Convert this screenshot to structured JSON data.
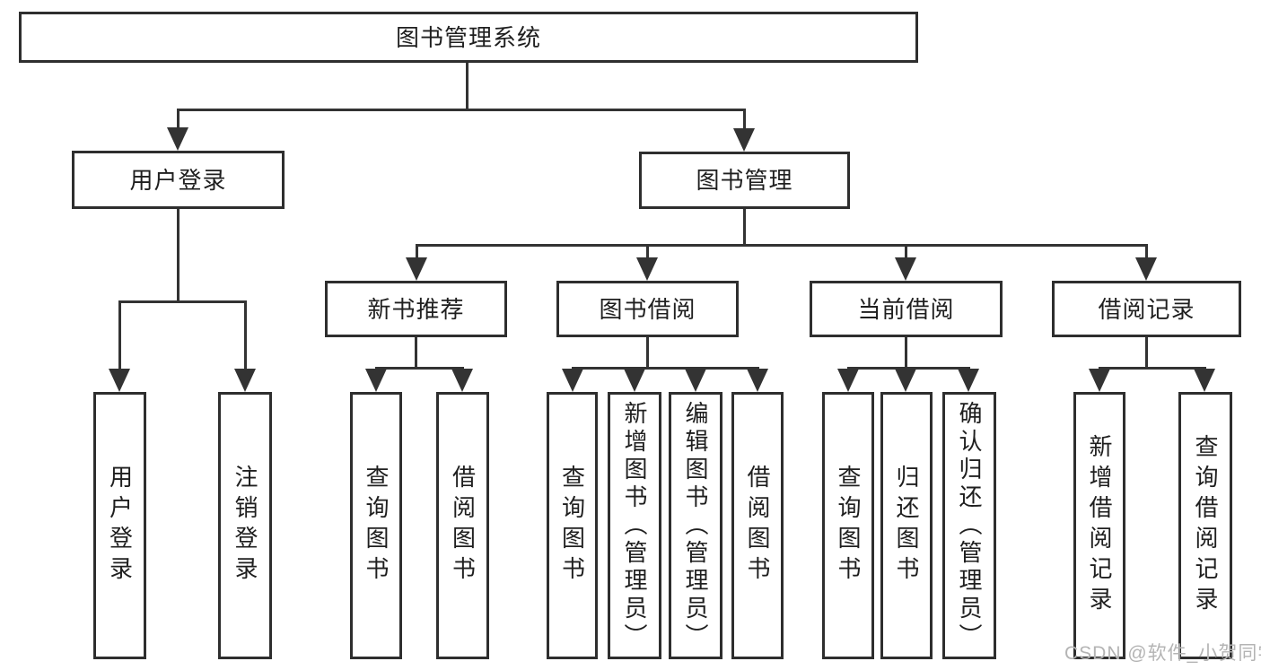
{
  "nodes": {
    "root": {
      "label": "图书管理系统"
    },
    "user_login": {
      "label": "用户登录"
    },
    "book_mgmt": {
      "label": "图书管理"
    },
    "new_book_rec": {
      "label": "新书推荐"
    },
    "book_borrow": {
      "label": "图书借阅"
    },
    "current_borrow": {
      "label": "当前借阅"
    },
    "borrow_records": {
      "label": "借阅记录"
    },
    "user_login_leaf": {
      "label": "用户登录"
    },
    "logout": {
      "label": "注销登录"
    },
    "query_books_1": {
      "label": "查询图书"
    },
    "borrow_books_1": {
      "label": "借阅图书"
    },
    "query_books_2": {
      "label": "查询图书"
    },
    "add_books_admin": {
      "label": "新增图书（管理员）"
    },
    "edit_books_admin": {
      "label": "编辑图书（管理员）"
    },
    "borrow_books_2": {
      "label": "借阅图书"
    },
    "query_books_3": {
      "label": "查询图书"
    },
    "return_books": {
      "label": "归还图书"
    },
    "confirm_return_admin": {
      "label": "确认归还（管理员）"
    },
    "add_borrow_record": {
      "label": "新增借阅记录"
    },
    "query_borrow_record": {
      "label": "查询借阅记录"
    }
  },
  "hierarchy": {
    "图书管理系统": [
      "用户登录",
      "图书管理"
    ],
    "用户登录": [
      "用户登录",
      "注销登录"
    ],
    "图书管理": [
      "新书推荐",
      "图书借阅",
      "当前借阅",
      "借阅记录"
    ],
    "新书推荐": [
      "查询图书",
      "借阅图书"
    ],
    "图书借阅": [
      "查询图书",
      "新增图书（管理员）",
      "编辑图书（管理员）",
      "借阅图书"
    ],
    "当前借阅": [
      "查询图书",
      "归还图书",
      "确认归还（管理员）"
    ],
    "借阅记录": [
      "新增借阅记录",
      "查询借阅记录"
    ]
  },
  "watermark": {
    "text": "CSDN @软件_小贺同学"
  },
  "colors": {
    "line": "#333333",
    "box_border": "#2e2e2e",
    "box_fill": "#ffffff",
    "text": "#1f1f1f",
    "watermark": "#b4b4b4",
    "background": "#ffffff"
  }
}
